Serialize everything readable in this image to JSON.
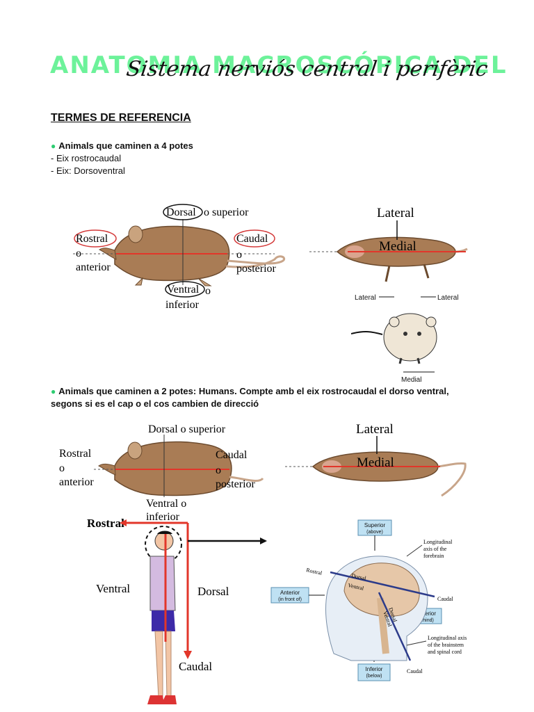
{
  "header": {
    "title_main": "ANATOMIA MACROSCÓPICA DEL",
    "title_script": "Sistema nerviós central i perifèric"
  },
  "section": {
    "heading": "TERMES DE REFERENCIA",
    "quadrupeds": {
      "label": "Animals que caminen a 4 potes",
      "lines": [
        "- Eix rostrocaudal",
        "- Eix: Dorsoventral"
      ]
    },
    "bipeds": {
      "label": "Animals que caminen a 2 potes:",
      "text_1": " Humans. Compte amb el eix rostrocaudal el dorso ventral,",
      "text_2": "segons si es el cap o el cos cambien de direcció"
    }
  },
  "figure1": {
    "side_labels": {
      "dorsal": "Dorsal",
      "superior": "o superior",
      "rostral": "Rostral",
      "o_r": "o",
      "anterior": "anterior",
      "caudal": "Caudal",
      "o_c": "o",
      "posterior": "posterior",
      "ventral": "Ventral",
      "o_v": "o",
      "inferior": "inferior"
    },
    "top_labels": {
      "lateral": "Lateral",
      "medial": "Medial"
    },
    "front_labels": {
      "lateral_left": "Lateral",
      "lateral_right": "Lateral",
      "medial": "Medial"
    }
  },
  "figure2": {
    "side_labels": {
      "dorsal_superior": "Dorsal o superior",
      "rostral": "Rostral",
      "o_r": "o",
      "anterior": "anterior",
      "caudal": "Caudal",
      "o_c": "o",
      "posterior": "posterior",
      "ventral": "Ventral o",
      "inferior": "inferior"
    },
    "top_labels": {
      "lateral": "Lateral",
      "medial": "Medial"
    }
  },
  "figure3": {
    "human_labels": {
      "rostral": "Rostral",
      "ventral": "Ventral",
      "dorsal": "Dorsal",
      "caudal": "Caudal"
    },
    "brain_labels": {
      "superior": "Superior",
      "superior_sub": "(above)",
      "anterior": "Anterior",
      "anterior_sub": "(in front of)",
      "posterior": "Posterior",
      "posterior_sub": "(behind)",
      "inferior": "Inferior",
      "inferior_sub": "(below)",
      "long_forebrain_1": "Longitudinal",
      "long_forebrain_2": "axis of the",
      "long_forebrain_3": "forebrain",
      "long_stem_1": "Longitudinal axis",
      "long_stem_2": "of the brainstem",
      "long_stem_3": "and spinal cord",
      "rostral": "Rostral",
      "dorsal": "Dorsal",
      "ventral": "Ventral",
      "caudal_right": "Caudal",
      "caudal_bottom": "Caudal",
      "dorsal_stem": "Dorsal",
      "ventral_stem": "Ventral"
    }
  }
}
